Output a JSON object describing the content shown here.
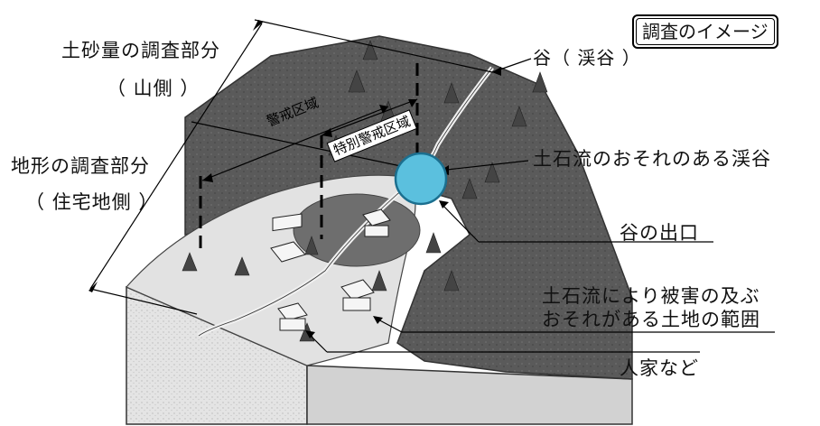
{
  "title": "調査のイメージ",
  "labels": {
    "sediment_survey": "土砂量の調査部分",
    "mountain_side": "（ 山側 ）",
    "terrain_survey": "地形の調査部分",
    "residential_side": "（ 住宅地側 ）",
    "valley": "谷（ 渓谷 ）",
    "warning_zone": "警戒区域",
    "special_warning_zone": "特別警戒区域",
    "debris_flow_valley": "土石流のおそれのある渓谷",
    "valley_exit": "谷の出口",
    "damage_area_line1": "土石流により被害の及ぶ",
    "damage_area_line2": "おそれがある土地の範囲",
    "houses": "人家など"
  },
  "colors": {
    "valley_marker": "#5bc0de",
    "forest_slope": "#555555",
    "fan_area": "#d8d8d8",
    "base_block": "#e6e6e6"
  }
}
